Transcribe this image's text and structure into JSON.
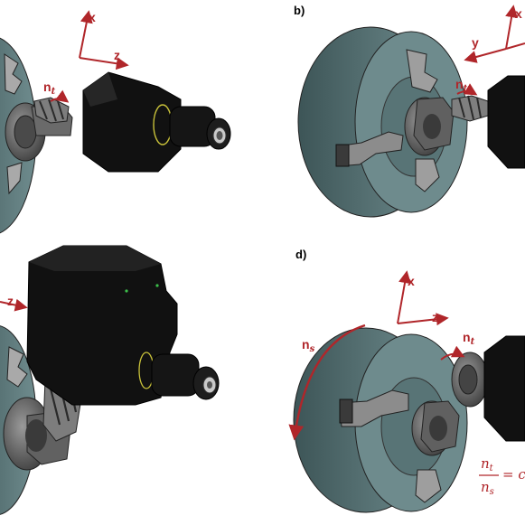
{
  "panels": [
    {
      "letter": "",
      "axes": [
        "x",
        "z"
      ],
      "rotation": "n"
    },
    {
      "letter": "b)",
      "axes": [
        "x",
        "y"
      ],
      "rotation": "n"
    },
    {
      "letter": "",
      "axes": [
        "z"
      ],
      "rotation": ""
    },
    {
      "letter": "d)",
      "axes": [
        "x",
        "z"
      ],
      "rotation": "n",
      "spindle": "n"
    }
  ],
  "subscripts": {
    "tool": "t",
    "spindle": "s"
  },
  "formula": {
    "numerator": "n",
    "num_sub": "t",
    "denominator": "n",
    "den_sub": "s",
    "rhs": "= c"
  },
  "colors": {
    "annotation": "#b0262a",
    "disk": "#4e6769",
    "disk_light": "#6f8c8e",
    "tool": "#111111",
    "chuck": "#5a5a5a"
  }
}
